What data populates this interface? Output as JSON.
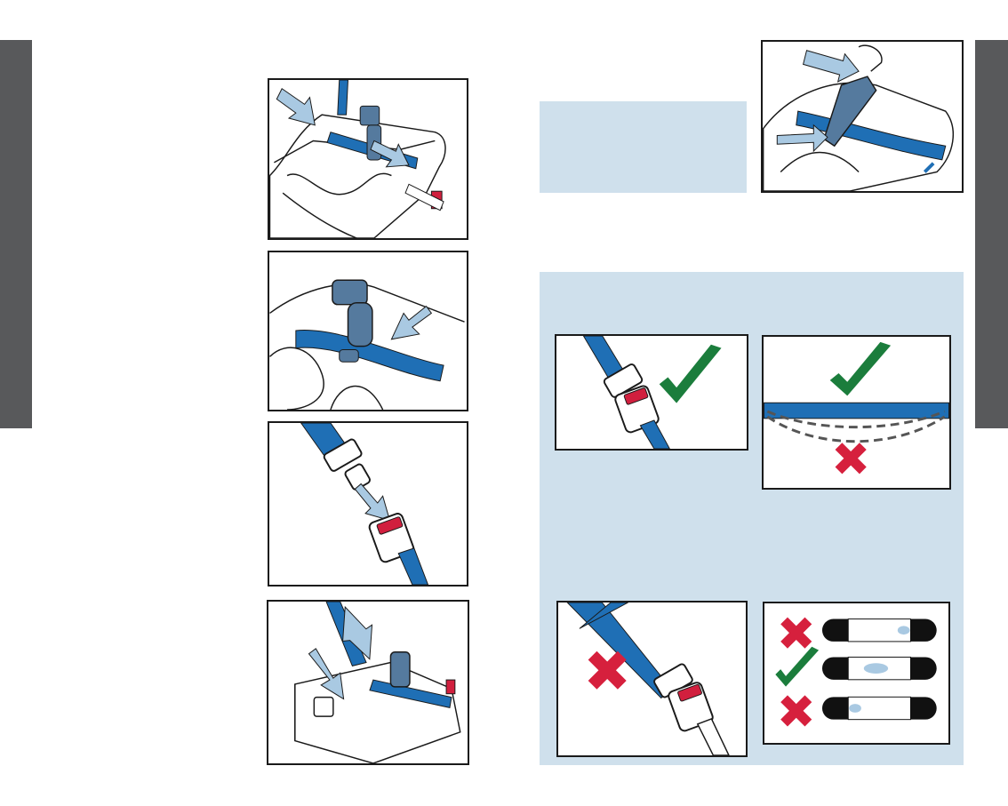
{
  "colors": {
    "tab_gray": "#58595b",
    "belt_blue": "#1f6fb5",
    "light_blue_bg": "#cfe0ec",
    "arrow_fill": "#a9c9e2",
    "buckle_red": "#d11f3e",
    "check_green": "#1b7d3c",
    "cross_red": "#d6203d",
    "part_slate": "#557a9e"
  },
  "figures": {
    "left_column": [
      {
        "id": "fig-route-belt",
        "icon": "arrow-into-base"
      },
      {
        "id": "fig-lock-clip",
        "icon": "lock-off-clip"
      },
      {
        "id": "fig-buckle-belt",
        "icon": "seatbelt-buckle"
      },
      {
        "id": "fig-tighten-belt",
        "icon": "press-and-pull"
      }
    ],
    "right_top": {
      "id": "fig-close-lockoff",
      "icon": "lock-off-arm"
    },
    "checks": [
      {
        "id": "check-buckle-flat",
        "result": "correct"
      },
      {
        "id": "check-belt-tight",
        "result": "correct"
      },
      {
        "id": "check-belt-twisted",
        "result": "incorrect"
      },
      {
        "id": "check-level-indicator",
        "rows": [
          "incorrect",
          "correct",
          "incorrect"
        ]
      }
    ]
  }
}
